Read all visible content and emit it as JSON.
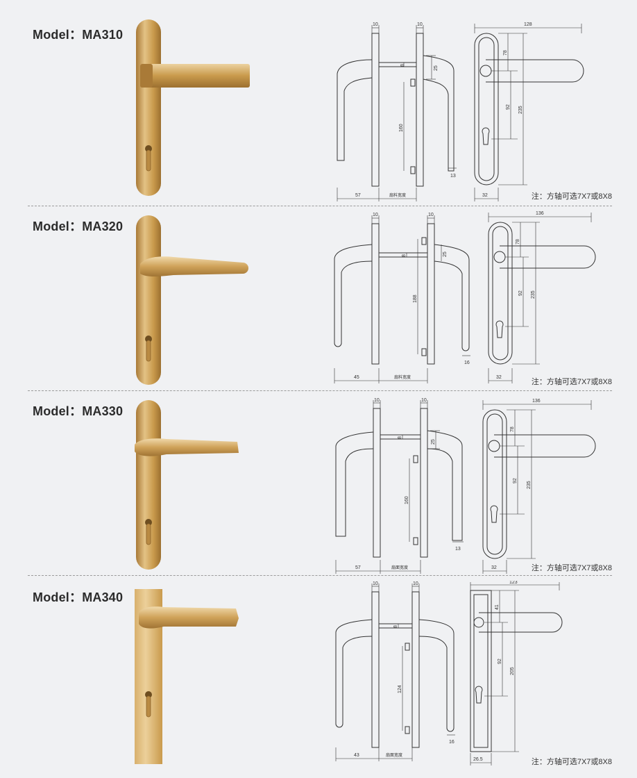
{
  "colors": {
    "gold": "#c99a4c",
    "gold_light": "#e8c989",
    "gold_dark": "#9c7030",
    "line": "#333333"
  },
  "note": "注：方轴可选7X7或8X8",
  "models": [
    {
      "title": "Model：MA310",
      "dims": {
        "t1": "10",
        "t2": "10",
        "sq": "8",
        "off": "25",
        "hole": "160",
        "end": "13",
        "reach": "57",
        "door": "扇料宽度",
        "width": "128",
        "top": "78",
        "c2c": "92",
        "len": "235",
        "plate": "32"
      }
    },
    {
      "title": "Model：MA320",
      "dims": {
        "t1": "10",
        "t2": "10",
        "sq": "8",
        "off": "25",
        "hole": "188",
        "end": "16",
        "reach": "45",
        "door": "扇料宽度",
        "width": "136",
        "top": "78",
        "c2c": "92",
        "len": "235",
        "plate": "32"
      }
    },
    {
      "title": "Model：MA330",
      "dims": {
        "t1": "10",
        "t2": "10",
        "sq": "8",
        "off": "25",
        "hole": "160",
        "end": "13",
        "reach": "57",
        "door": "扇面宽度",
        "width": "136",
        "top": "78",
        "c2c": "92",
        "len": "235",
        "plate": "32"
      }
    },
    {
      "title": "Model：MA340",
      "dims": {
        "t1": "10",
        "t2": "10",
        "sq": "8",
        "off": "",
        "hole": "124",
        "end": "16",
        "reach": "43",
        "door": "扇面宽度",
        "width": "123",
        "top": "41",
        "c2c": "92",
        "len": "205",
        "plate": "26.5"
      }
    }
  ]
}
